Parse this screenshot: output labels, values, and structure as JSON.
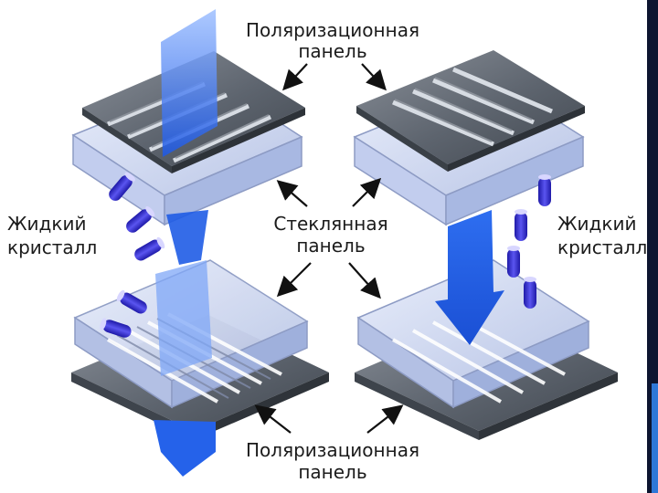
{
  "labels": {
    "polarizer_top_1": "Поляризационная",
    "polarizer_top_2": "панель",
    "glass_1": "Стеклянная",
    "glass_2": "панель",
    "polarizer_bottom_1": "Поляризационная",
    "polarizer_bottom_2": "панель",
    "lc_left_1": "Жидкий",
    "lc_left_2": "кристалл",
    "lc_right_1": "Жидкий",
    "lc_right_2": "кристалл"
  },
  "colors": {
    "polarizer": "#5f6670",
    "glass": "#cfd8ef",
    "light_beam": "#1e5ee8",
    "crystal": "#3b2fd8",
    "arrow": "#111111"
  },
  "icons": [
    "arrow-icon",
    "liquid-crystal-molecule-icon",
    "light-beam-icon"
  ]
}
